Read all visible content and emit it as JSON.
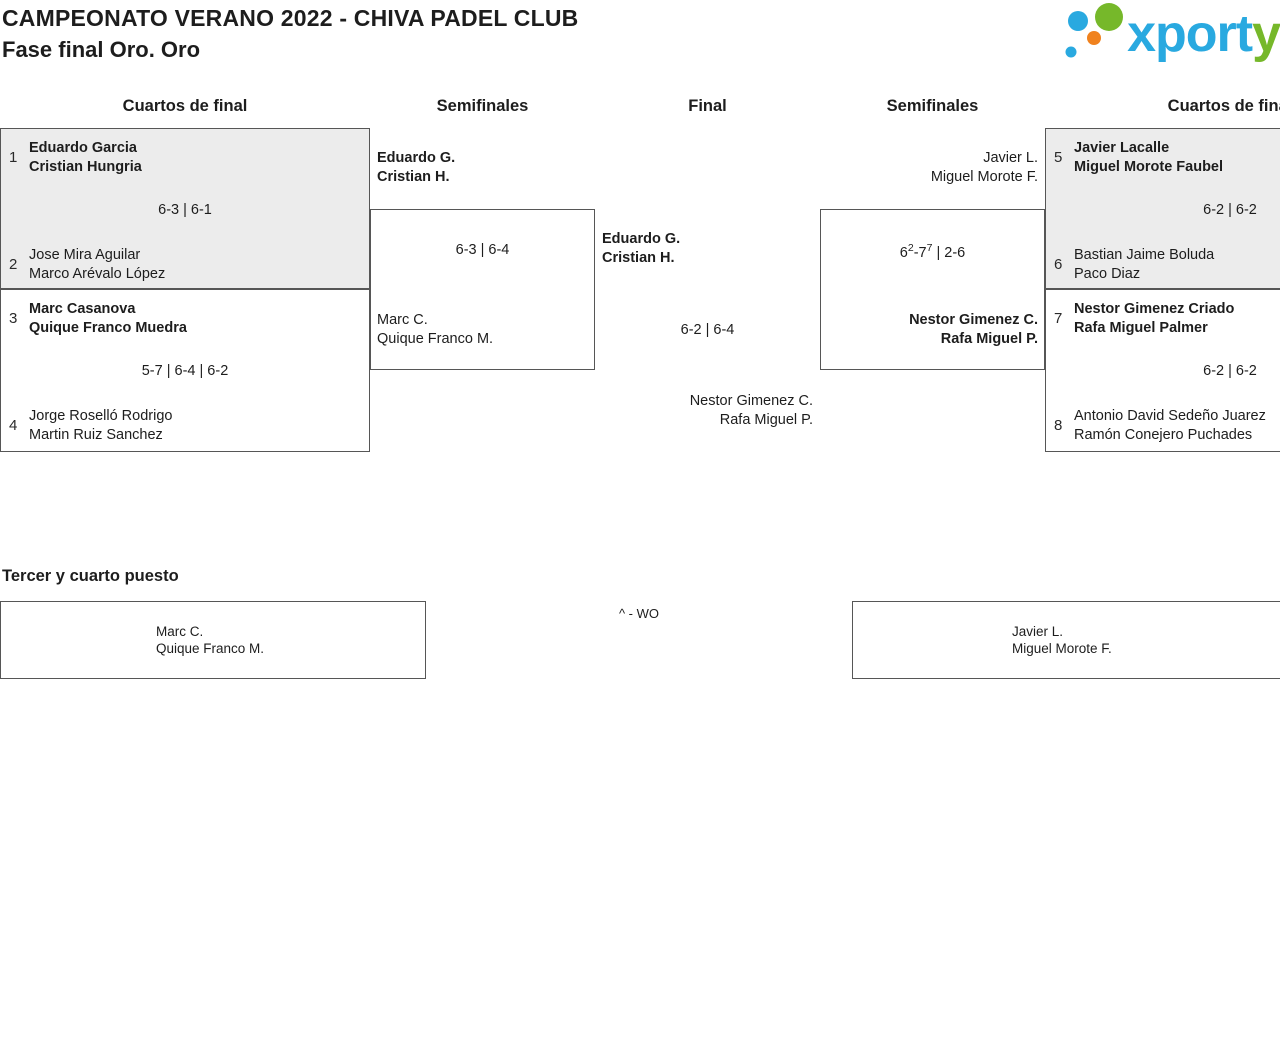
{
  "header": {
    "title": "CAMPEONATO VERANO 2022 - CHIVA PADEL CLUB",
    "subtitle": "Fase final Oro. Oro",
    "logo": {
      "brand_main": "xport",
      "brand_tail": "y"
    },
    "colors": {
      "brand_blue": "#29a9e0",
      "brand_green": "#76b82a",
      "brand_orange": "#f0821e"
    }
  },
  "round_headers": {
    "left_quarter": "Cuartos de final",
    "left_semi": "Semifinales",
    "final": "Final",
    "right_semi": "Semifinales",
    "right_quarter": "Cuartos de final"
  },
  "bracket": {
    "qf_left_top": {
      "seed_a": "1",
      "team_a": [
        "Eduardo Garcia",
        "Cristian Hungria"
      ],
      "score": "6-3 | 6-1",
      "seed_b": "2",
      "team_b": [
        "Jose Mira Aguilar",
        "Marco Arévalo López"
      ]
    },
    "qf_left_bottom": {
      "seed_a": "3",
      "team_a": [
        "Marc Casanova",
        "Quique Franco Muedra"
      ],
      "score": "5-7 | 6-4 | 6-2",
      "seed_b": "4",
      "team_b": [
        "Jorge Roselló Rodrigo",
        "Martin Ruiz Sanchez"
      ]
    },
    "sf_left": {
      "team_a": [
        "Eduardo G.",
        "Cristian H."
      ],
      "score": "6-3 | 6-4",
      "team_b": [
        "Marc C.",
        "Quique Franco M."
      ]
    },
    "final": {
      "team_a": [
        "Eduardo G.",
        "Cristian H."
      ],
      "score": "6-2 | 6-4",
      "team_b": [
        "Nestor Gimenez C.",
        "Rafa Miguel P."
      ]
    },
    "sf_right": {
      "team_a": [
        "Javier L.",
        "Miguel Morote F."
      ],
      "score": {
        "g1a": "6",
        "g1a_sup": "2",
        "g1b": "-7",
        "g1b_sup": "7",
        "rest": " | 2-6"
      },
      "team_b": [
        "Nestor Gimenez C.",
        "Rafa Miguel P."
      ]
    },
    "qf_right_top": {
      "seed_a": "5",
      "team_a": [
        "Javier Lacalle",
        "Miguel Morote Faubel"
      ],
      "score": "6-2 | 6-2",
      "seed_b": "6",
      "team_b": [
        "Bastian Jaime Boluda",
        "Paco Diaz"
      ]
    },
    "qf_right_bottom": {
      "seed_a": "7",
      "team_a": [
        "Nestor Gimenez Criado",
        "Rafa Miguel Palmer"
      ],
      "score": "6-2 | 6-2",
      "seed_b": "8",
      "team_b": [
        "Antonio David Sedeño Juarez",
        "Ramón Conejero Puchades"
      ]
    }
  },
  "third_place": {
    "heading": "Tercer y cuarto puesto",
    "team_a": [
      "Marc C.",
      "Quique Franco M."
    ],
    "note": "^ - WO",
    "team_b": [
      "Javier L.",
      "Miguel Morote F."
    ]
  }
}
